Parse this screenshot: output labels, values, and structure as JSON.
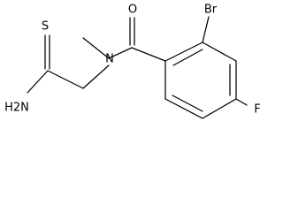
{
  "molecule": {
    "atoms": {
      "sulfur": "S",
      "amine": "H2N",
      "nitrogen": "N",
      "oxygen": "O",
      "bromine": "Br",
      "fluorine": "F"
    }
  }
}
